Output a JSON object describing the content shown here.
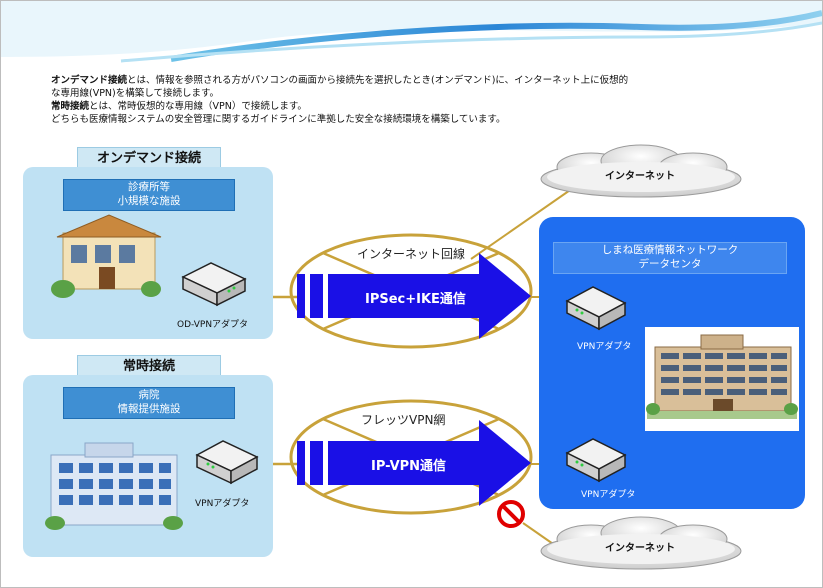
{
  "intro": {
    "line1_bold": "オンデマンド接続",
    "line1_rest": "とは、情報を参照される方がパソコンの画面から接続先を選択したとき(オンデマンド)に、インターネット上に仮想的",
    "line2": "な専用線(VPN)を構築して接続します。",
    "line3_bold": "常時接続",
    "line3_rest": "とは、常時仮想的な専用線（VPN）で接続します。",
    "line4": "どちらも医療情報システムの安全管理に関するガイドラインに準拠した安全な接続環境を構築しています。"
  },
  "ondemand": {
    "title": "オンデマンド接続",
    "facility_line1": "診療所等",
    "facility_line2": "小規模な施設",
    "device_label": "OD-VPNアダプタ"
  },
  "always": {
    "title": "常時接続",
    "facility_line1": "病院",
    "facility_line2": "情報提供施設",
    "device_label": "VPNアダプタ"
  },
  "routes": {
    "internet_line_label": "インターネット回線",
    "ipsec_label": "IPSec+IKE通信",
    "flets_label": "フレッツVPN網",
    "ipvpn_label": "IP-VPN通信"
  },
  "datacenter": {
    "line1": "しまね医療情報ネットワーク",
    "line2": "データセンタ",
    "adapter1_label": "VPNアダプタ",
    "adapter2_label": "VPNアダプタ"
  },
  "clouds": {
    "top": "インターネット",
    "bottom": "インターネット"
  },
  "colors": {
    "arrow_blue": "#1a10e6",
    "datacenter_blue": "#1f6ef0",
    "panel_light_blue": "#bfe1f3",
    "ellipse_gold": "#c8a23a",
    "prohibited_red": "#e00000"
  }
}
